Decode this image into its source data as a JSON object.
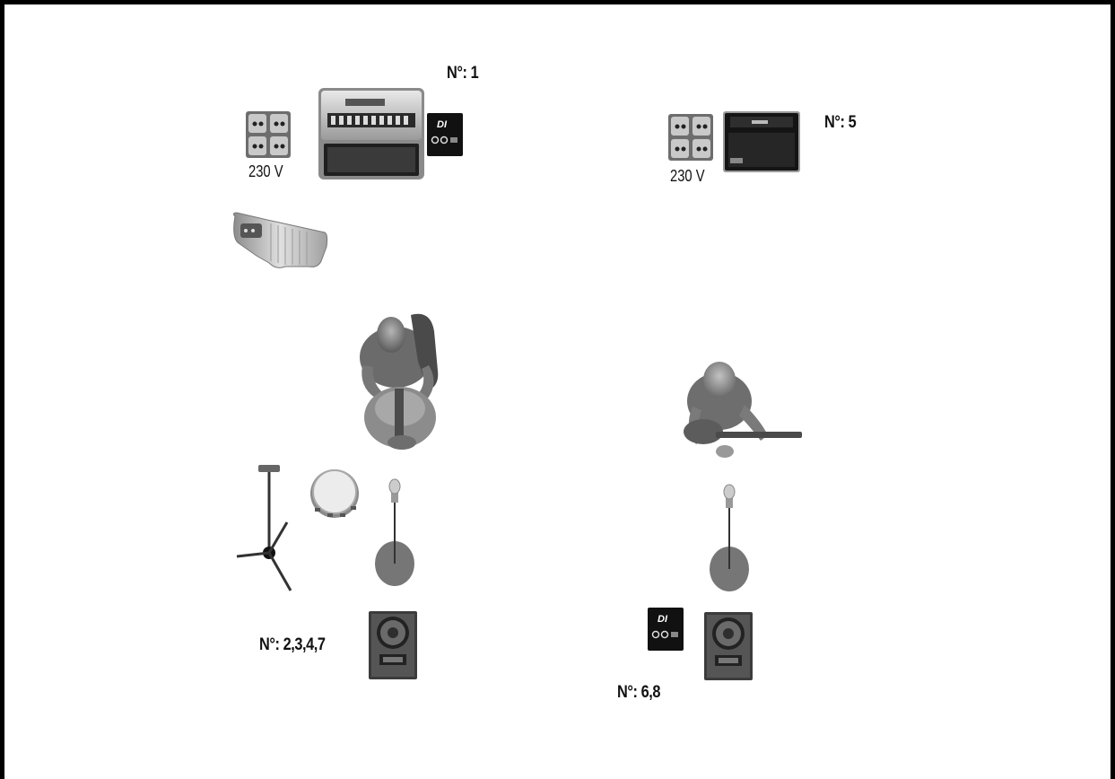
{
  "labels": {
    "amp1": "N°: 1",
    "amp5": "N°: 5",
    "mics_left": "N°: 2,3,4,7",
    "mics_right": "N°: 6,8"
  },
  "power": {
    "left": "230 V",
    "right": "230 V"
  },
  "di_box_text": "DI"
}
